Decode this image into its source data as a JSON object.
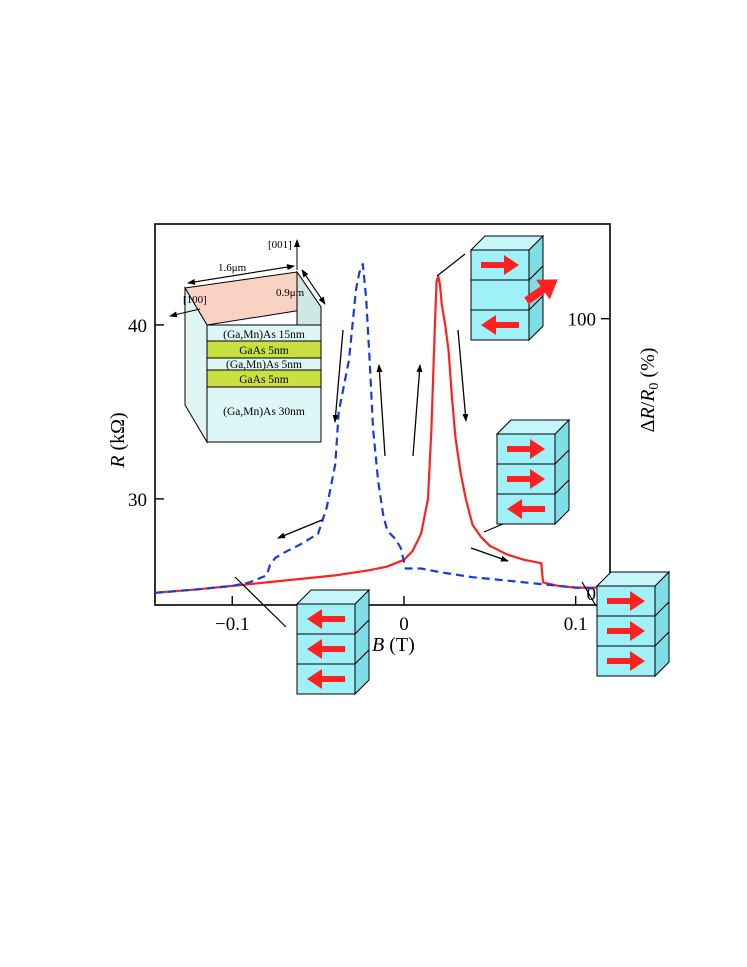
{
  "chart_data": {
    "type": "line",
    "xlabel": "B (T)",
    "ylabel_left": "R (kΩ)",
    "ylabel_right": "ΔR/R0 (%)",
    "xlim": [
      -0.145,
      0.12
    ],
    "ylim": [
      23.9,
      45.8
    ],
    "right_axis_ylim": [
      -4.3,
      134.5
    ],
    "x_ticks": [
      -0.1,
      0,
      0.1
    ],
    "x_tick_labels": [
      "−0.1",
      "0",
      "0.1"
    ],
    "y_ticks": [
      30,
      40
    ],
    "y_tick_labels": [
      "30",
      "40"
    ],
    "right_ticks": [
      0,
      100
    ],
    "right_tick_labels": [
      "0",
      "100"
    ],
    "series": [
      {
        "color": "#ff2020",
        "dash": "solid",
        "x": [
          -0.145,
          -0.12,
          -0.1,
          -0.08,
          -0.06,
          -0.04,
          -0.02,
          -0.01,
          0.0,
          0.005,
          0.01,
          0.014,
          0.016,
          0.018,
          0.019,
          0.02,
          0.021,
          0.022,
          0.024,
          0.026,
          0.028,
          0.03,
          0.033,
          0.036,
          0.04,
          0.045,
          0.05,
          0.06,
          0.07,
          0.08,
          0.081,
          0.09,
          0.1,
          0.12
        ],
        "y": [
          24.6,
          24.8,
          25.0,
          25.2,
          25.4,
          25.6,
          25.9,
          26.1,
          26.5,
          27.0,
          28.0,
          30.0,
          34.0,
          40.0,
          42.5,
          42.8,
          42.3,
          41.2,
          40.0,
          38.5,
          35.8,
          33.5,
          31.5,
          30.0,
          28.5,
          27.8,
          27.3,
          26.8,
          26.5,
          26.3,
          25.2,
          25.0,
          24.9,
          24.9
        ]
      },
      {
        "color": "#1a3adb",
        "dash": "dashed",
        "x": [
          -0.145,
          -0.12,
          -0.1,
          -0.09,
          -0.08,
          -0.078,
          -0.075,
          -0.07,
          -0.06,
          -0.05,
          -0.045,
          -0.04,
          -0.038,
          -0.035,
          -0.032,
          -0.03,
          -0.028,
          -0.026,
          -0.024,
          -0.022,
          -0.02,
          -0.018,
          -0.015,
          -0.012,
          -0.01,
          -0.008,
          -0.005,
          -0.002,
          0.0,
          0.001,
          0.01,
          0.02,
          0.04,
          0.06,
          0.08,
          0.1,
          0.12
        ],
        "y": [
          24.6,
          24.8,
          25.0,
          25.2,
          25.6,
          26.2,
          26.6,
          26.9,
          27.4,
          28.0,
          29.5,
          32.0,
          35.0,
          36.5,
          38.0,
          40.0,
          42.0,
          43.0,
          43.5,
          41.5,
          38.0,
          34.0,
          31.0,
          29.0,
          28.3,
          28.0,
          27.7,
          27.2,
          26.4,
          26.0,
          26.0,
          25.8,
          25.5,
          25.3,
          25.1,
          24.9,
          24.8
        ]
      }
    ],
    "inset": {
      "direction_001": "[001]",
      "direction_100": "[100]",
      "length_label": "1.6μm",
      "width_label": "0.9μm",
      "layers": [
        "(Ga,Mn)As 15nm",
        "GaAs 5nm",
        "(Ga,Mn)As 5nm",
        "GaAs 5nm",
        "(Ga,Mn)As 30nm"
      ]
    },
    "magnetization_configs": [
      {
        "arrows": [
          "right",
          "up-right",
          "left"
        ]
      },
      {
        "arrows": [
          "right",
          "right",
          "left"
        ]
      },
      {
        "arrows": [
          "left",
          "left",
          "left"
        ]
      },
      {
        "arrows": [
          "right",
          "right",
          "right"
        ]
      }
    ],
    "colors": {
      "sweep_up": "#ff2020",
      "sweep_down": "#1a3adb",
      "cube_face": "#9ff0f7",
      "arrow": "#ff2020",
      "inset_top": "#f9d2c4",
      "inset_gaas": "#c8e040",
      "inset_gamnas": "#def7f6"
    }
  }
}
